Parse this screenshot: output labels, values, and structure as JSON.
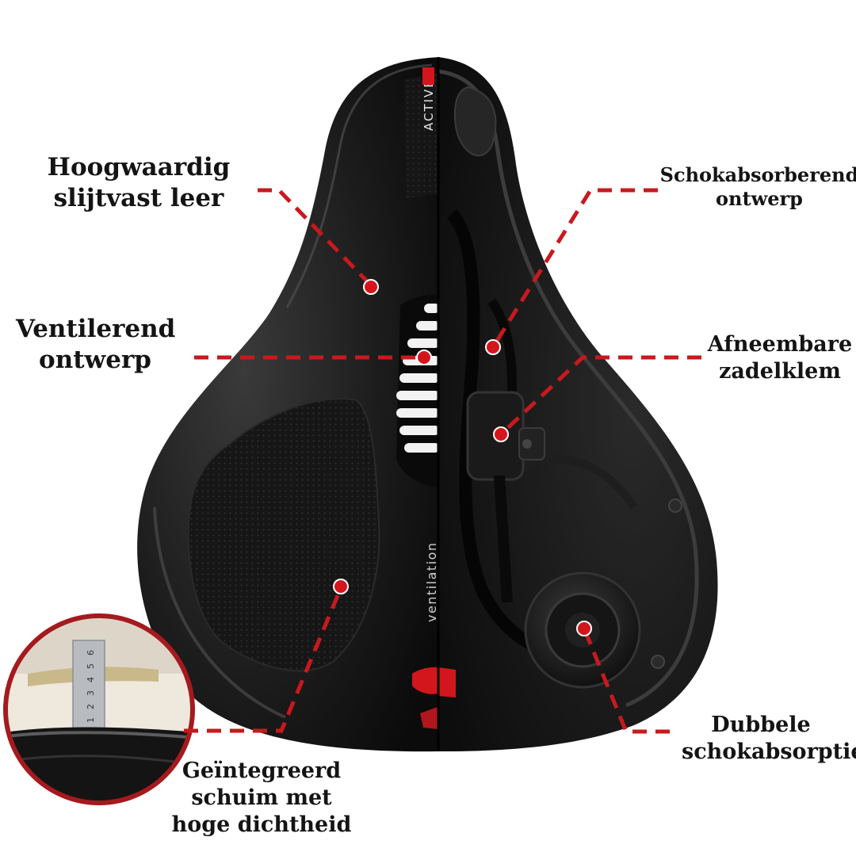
{
  "colors": {
    "callout_red": "#c8191e",
    "saddle_black": "#141414",
    "label_text": "#141414"
  },
  "saddle_prints": {
    "brand": "ACTIVE",
    "ventilation": "ventilation"
  },
  "callouts": [
    {
      "id": "leather",
      "lines": [
        "Hoogwaardig",
        "slijtvast leer"
      ]
    },
    {
      "id": "ventilation",
      "lines": [
        "Ventilerend",
        "ontwerp"
      ]
    },
    {
      "id": "shock",
      "lines": [
        "Schokabsorberend",
        "ontwerp"
      ]
    },
    {
      "id": "clamp",
      "lines": [
        "Afneembare",
        "zadelklem"
      ]
    },
    {
      "id": "dual-shock",
      "lines": [
        "Dubbele",
        "schokabsorptie"
      ]
    },
    {
      "id": "foam",
      "lines": [
        "Geïntegreerd",
        "schuim met",
        "hoge dichtheid"
      ]
    }
  ],
  "inset": {
    "ruler_digits": [
      "1",
      "2",
      "3",
      "4",
      "5",
      "6"
    ]
  }
}
